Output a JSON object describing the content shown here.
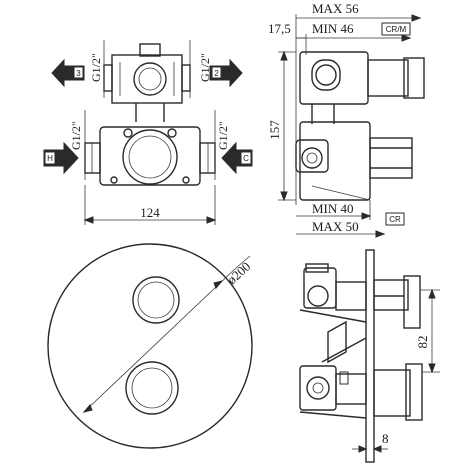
{
  "top_view": {
    "outlet_left_thread": "G1/2\"",
    "outlet_right_thread": "G1/2\"",
    "outlet_left_number": "3",
    "outlet_right_number": "2",
    "inlet_left_thread": "G1/2\"",
    "inlet_right_thread": "G1/2\"",
    "inlet_left_letter": "H",
    "inlet_right_letter": "C",
    "width_dim": "124"
  },
  "side_view": {
    "depth_offset": "17,5",
    "max_depth_top": "MAX 56",
    "min_depth_top": "MIN 46",
    "tag_top": "CR/M",
    "height_dim": "157",
    "min_depth_bottom": "MIN 40",
    "max_depth_bottom": "MAX 50",
    "tag_bottom": "CR"
  },
  "front_view": {
    "diameter": "ø200"
  },
  "section_view": {
    "handle_spacing": "82",
    "plate_thickness": "8"
  }
}
